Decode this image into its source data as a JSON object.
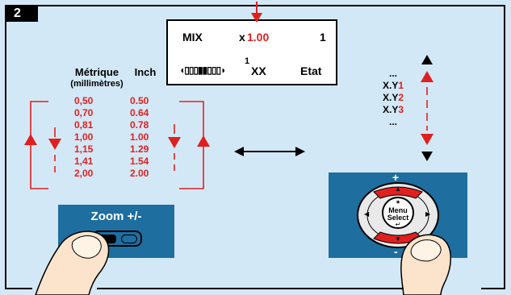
{
  "step": "2",
  "lcd": {
    "mode": "MIX",
    "zoom_prefix": "x",
    "zoom_value": "1.00",
    "count": "1",
    "bar_glyphs": "◖▯▯▯▮▮▯▯▯◗",
    "superscript": "1",
    "xx": "XX",
    "etat": "Etat"
  },
  "metric": {
    "header": "Métrique",
    "subheader": "(millimètres)",
    "values": [
      "0,50",
      "0,70",
      "0,81",
      "1,00",
      "1,15",
      "1,41",
      "2,00"
    ]
  },
  "inch": {
    "header": "Inch",
    "values": [
      "0.50",
      "0.64",
      "0.78",
      "1.00",
      "1.29",
      "1.54",
      "2.00"
    ]
  },
  "xy_list": {
    "top_dots": "...",
    "items": [
      {
        "base": "X.Y",
        "num": "1"
      },
      {
        "base": "X.Y",
        "num": "2"
      },
      {
        "base": "X.Y",
        "num": "3"
      }
    ],
    "bottom_dots": "..."
  },
  "zoom_button": {
    "label": "Zoom +/-"
  },
  "dpad": {
    "plus": "+",
    "minus": "-",
    "star": "*",
    "menu": "Menu",
    "select": "Select",
    "enter": "↵",
    "up": "▲",
    "down": "▼",
    "left": "◀",
    "right": "▶"
  },
  "colors": {
    "accent": "#e0201f",
    "panel": "#1e6ea0",
    "background": "#d3e8f7"
  }
}
